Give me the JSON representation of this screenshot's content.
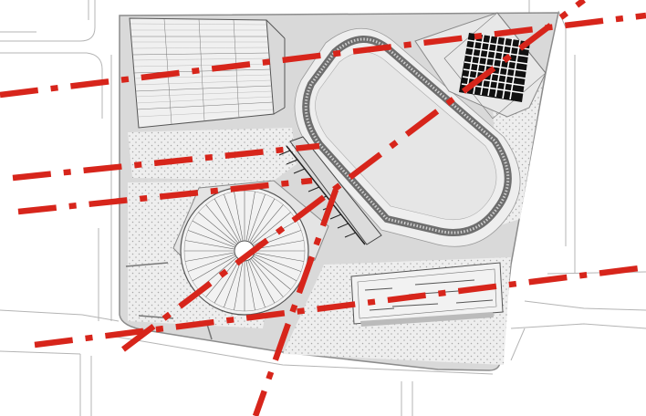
{
  "diagram": {
    "type": "site-plan",
    "colors": {
      "background": "#ffffff",
      "site_fill": "#d9d9d9",
      "site_outline": "#8c8c8c",
      "plaza_fill": "#eeeeee",
      "plaza_dots": "#a8a8a8",
      "building_fill": "#f5f5f5",
      "building_line": "#555555",
      "track_band": "#6e6e6e",
      "field_fill": "#e6e6e6",
      "grid_structure": "#111111",
      "street_line": "#b4b4b4",
      "axis_line": "#d7251b"
    },
    "elements": [
      "site-boundary",
      "grid-building",
      "stadium-track",
      "playing-field",
      "square-grid-pavilion",
      "circular-dome",
      "long-rectangular-building",
      "diagonal-canopy",
      "dotted-plaza",
      "surrounding-streets",
      "red-dash-dot-axes"
    ],
    "axis_count": 7
  }
}
